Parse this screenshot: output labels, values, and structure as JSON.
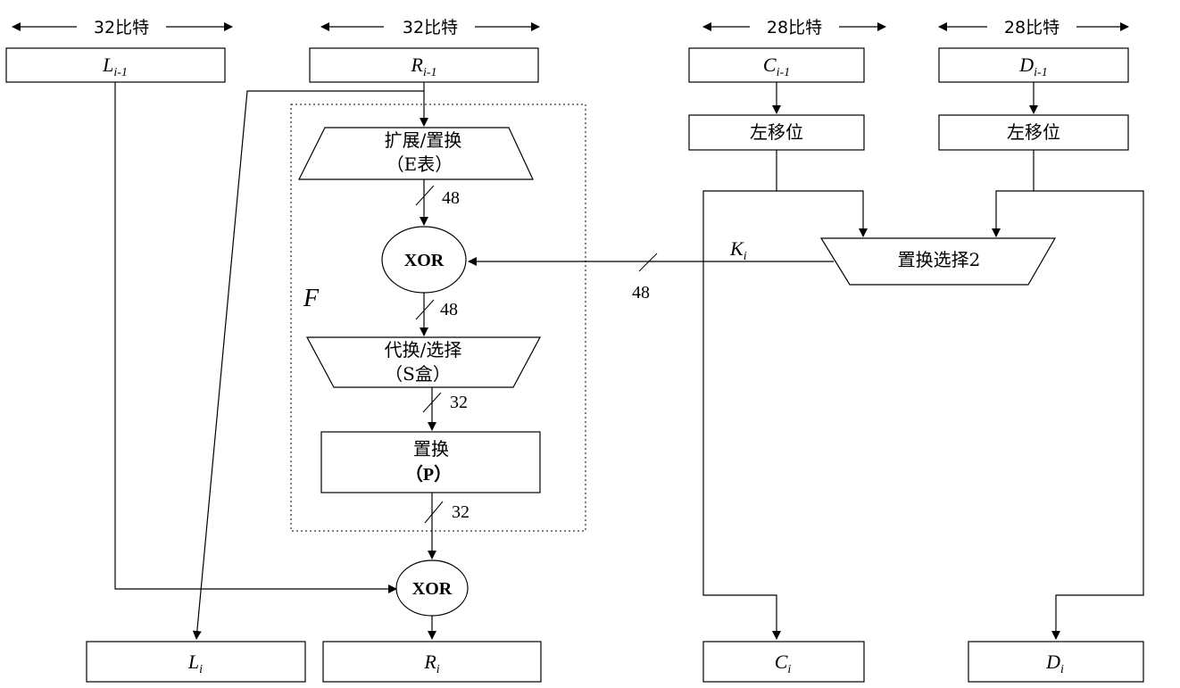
{
  "bit_labels": {
    "l_width": "32比特",
    "r_width": "32比特",
    "c_width": "28比特",
    "d_width": "28比特"
  },
  "registers": {
    "l_prev": {
      "base": "L",
      "sub": "i-1"
    },
    "r_prev": {
      "base": "R",
      "sub": "i-1"
    },
    "c_prev": {
      "base": "C",
      "sub": "i-1"
    },
    "d_prev": {
      "base": "D",
      "sub": "i-1"
    },
    "l_next": {
      "base": "L",
      "sub": "i"
    },
    "r_next": {
      "base": "R",
      "sub": "i"
    },
    "c_next": {
      "base": "C",
      "sub": "i"
    },
    "d_next": {
      "base": "D",
      "sub": "i"
    }
  },
  "f_function": {
    "label": "F",
    "expansion": {
      "line1": "扩展/置换",
      "line2": "（E表）"
    },
    "xor": "XOR",
    "sbox": {
      "line1": "代换/选择",
      "line2": "（S盒）"
    },
    "permutation": {
      "line1": "置换",
      "line2": "（P）"
    }
  },
  "round_xor": "XOR",
  "key_schedule": {
    "shift_c": "左移位",
    "shift_d": "左移位",
    "pc2": "置换选择2",
    "key": {
      "base": "K",
      "sub": "i"
    },
    "key_width": "48"
  },
  "widths": {
    "after_expansion": "48",
    "after_xor": "48",
    "after_sbox": "32",
    "after_permutation": "32"
  }
}
